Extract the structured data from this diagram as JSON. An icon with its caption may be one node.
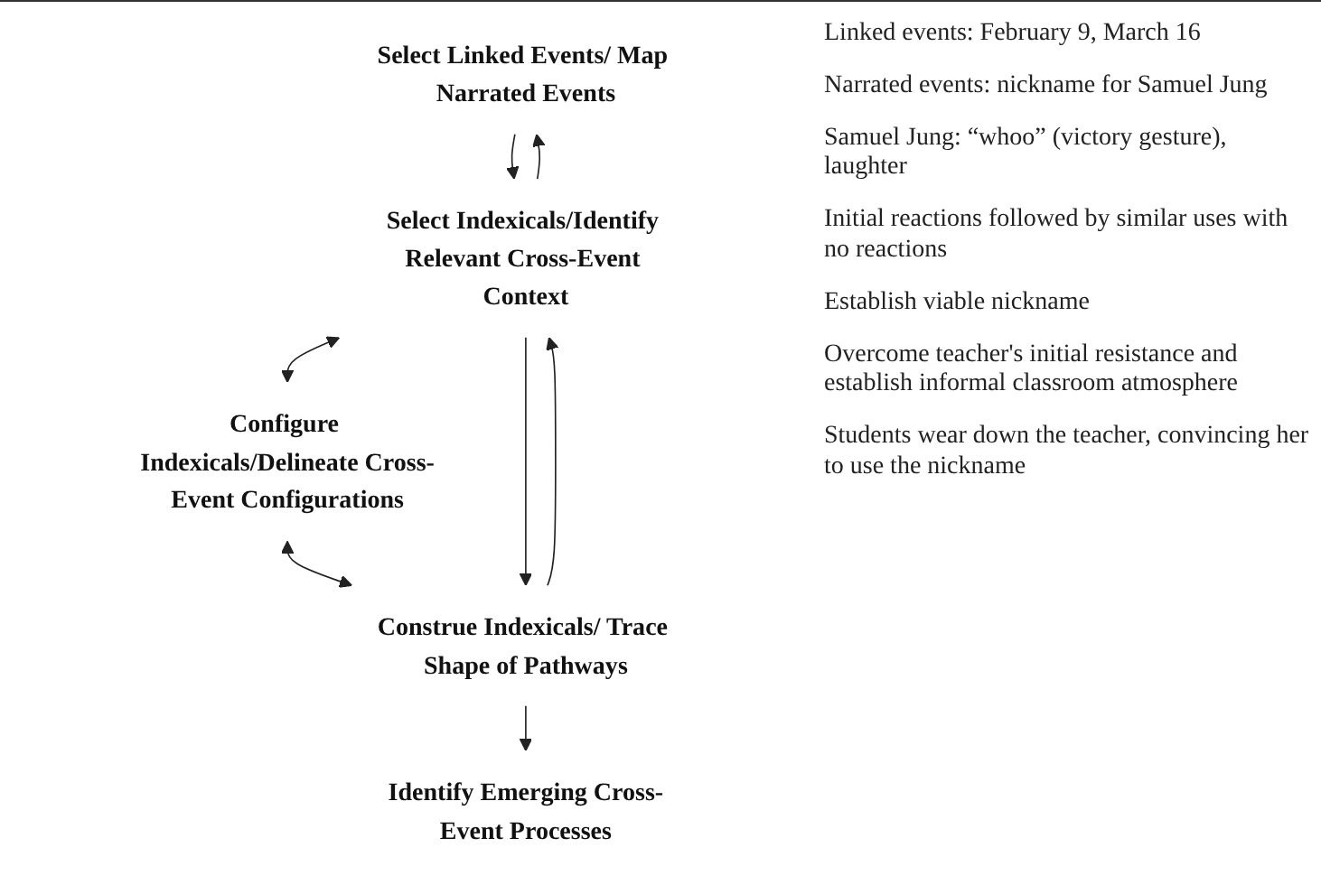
{
  "diagram": {
    "nodes": [
      {
        "text": [
          "Select Linked Events/ Map Narrated Events"
        ]
      },
      {
        "text": [
          "Select Indexicals/Identify Relevant Cross-Event Context"
        ]
      },
      {
        "text": [
          "Configure Indexicals/Delineate Cross-Event Configurations"
        ]
      },
      {
        "text": [
          "Construe Indexicals/ Trace Shape of Pathways"
        ]
      },
      {
        "text": [
          "Identify Emerging Cross-Event Processes"
        ]
      }
    ],
    "edges": [
      {
        "from": 0,
        "to": 1,
        "arrow": "to"
      },
      {
        "from": 1,
        "to": 0,
        "arrow": "to"
      },
      {
        "from": 1,
        "to": 2,
        "arrow": "both"
      },
      {
        "from": 2,
        "to": 3,
        "arrow": "both"
      },
      {
        "from": 1,
        "to": 3,
        "arrow": "to"
      },
      {
        "from": 3,
        "to": 1,
        "arrow": "to"
      },
      {
        "from": 3,
        "to": 4,
        "arrow": "to"
      }
    ],
    "labels": [
      "Linked events: February 9, March 16",
      "Narrated events: nickname for Samuel Jung",
      "Samuel Jung: “whoo” (victory gesture), laughter",
      "Initial reactions followed by similar uses with no reactions",
      "Establish viable nickname",
      "Overcome teacher's initial resistance and establish informal classroom atmosphere",
      "Students wear down the teacher, convincing her to use the nickname"
    ]
  }
}
